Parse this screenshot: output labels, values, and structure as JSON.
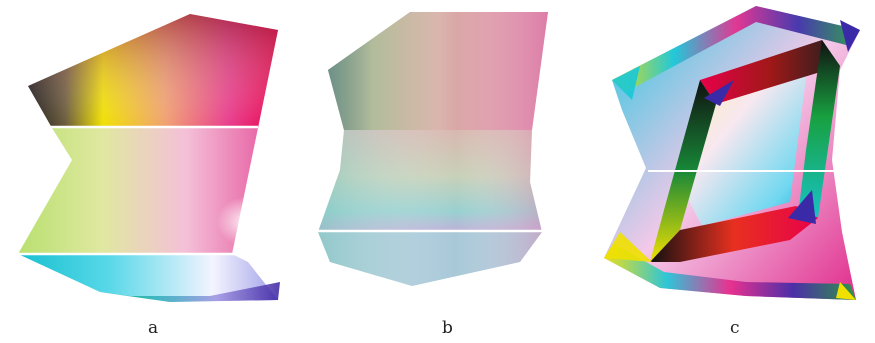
{
  "panels": [
    {
      "id": "a",
      "caption": "a"
    },
    {
      "id": "b",
      "caption": "b"
    },
    {
      "id": "c",
      "caption": "c"
    }
  ],
  "colors": {
    "background": "#ffffff",
    "red": "#e8004a",
    "magenta": "#e8288a",
    "yellow": "#f5e600",
    "cyan": "#18c8d8",
    "blue": "#3a2aa8",
    "green": "#18a040",
    "black": "#101010",
    "white": "#ffffff"
  }
}
